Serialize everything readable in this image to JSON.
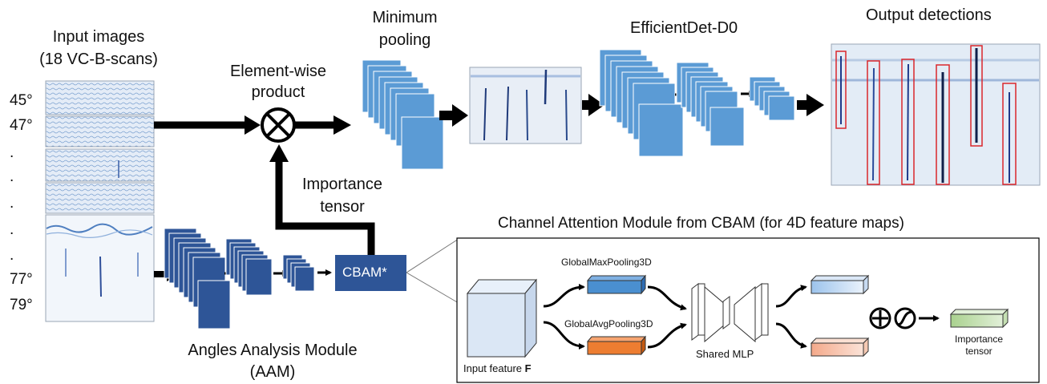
{
  "input": {
    "title_line1": "Input images",
    "title_line2": "(18 VC-B-scans)",
    "angles": [
      "45°",
      "47°",
      ".",
      ".",
      ".",
      ".",
      ".",
      "77°",
      "79°"
    ]
  },
  "elementwise": {
    "line1": "Element-wise",
    "line2": "product"
  },
  "importance": {
    "line1": "Importance",
    "line2": "tensor"
  },
  "minpool": {
    "line1": "Minimum",
    "line2": "pooling"
  },
  "efficientdet": {
    "label": "EfficientDet-D0"
  },
  "output": {
    "label": "Output detections"
  },
  "aam": {
    "line1": "Angles Analysis Module",
    "line2": "(AAM)"
  },
  "cbam_block": {
    "label": "CBAM*"
  },
  "cbam_panel": {
    "title": "Channel Attention Module from CBAM (for 4D feature maps)",
    "input_feature": "Input feature ",
    "input_feature_bold": "F",
    "max_pool": "GlobalMaxPooling3D",
    "avg_pool": "GlobalAvgPooling3D",
    "mlp": "Shared MLP",
    "out_line1": "Importance",
    "out_line2": "tensor"
  },
  "colors": {
    "light_blue": "#5b9bd5",
    "dark_blue": "#2e5597",
    "orange": "#ed7d31",
    "max_feature": "#4a8fd0",
    "green_out": "#c6e0b4",
    "detection_box": "#d9262c"
  }
}
